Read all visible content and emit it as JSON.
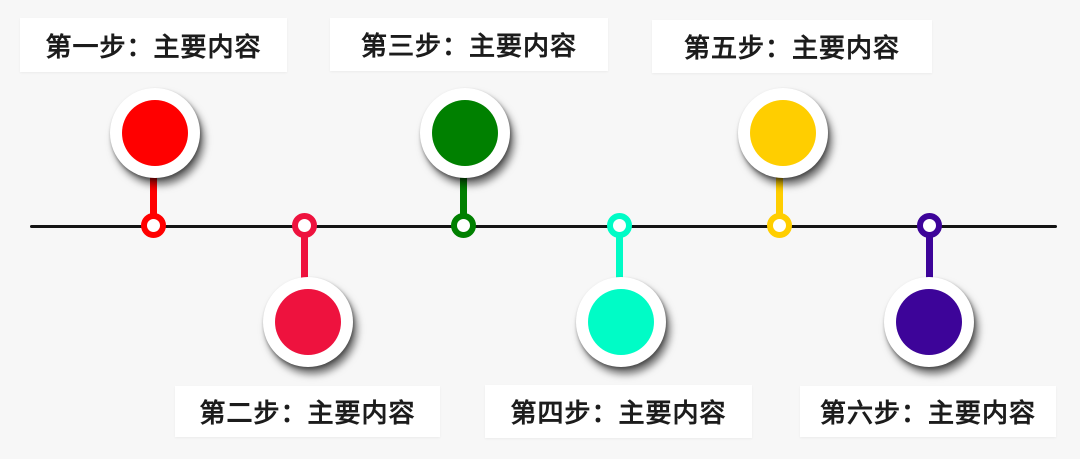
{
  "diagram": {
    "type": "horizontal-timeline",
    "background_color": "#f7f7f7",
    "label_box_color": "#ffffff",
    "label_text_color": "#1c1c1c",
    "timeline": {
      "color": "#141414"
    },
    "steps": [
      {
        "id": 1,
        "label": "第一步：主要内容",
        "color": "#ff0000",
        "side": "top"
      },
      {
        "id": 2,
        "label": "第二步：主要内容",
        "color": "#ee123e",
        "side": "bottom"
      },
      {
        "id": 3,
        "label": "第三步：主要内容",
        "color": "#008000",
        "side": "top"
      },
      {
        "id": 4,
        "label": "第四步：主要内容",
        "color": "#00fcc6",
        "side": "bottom"
      },
      {
        "id": 5,
        "label": "第五步：主要内容",
        "color": "#ffce00",
        "side": "top"
      },
      {
        "id": 6,
        "label": "第六步：主要内容",
        "color": "#3d0499",
        "side": "bottom"
      }
    ]
  }
}
